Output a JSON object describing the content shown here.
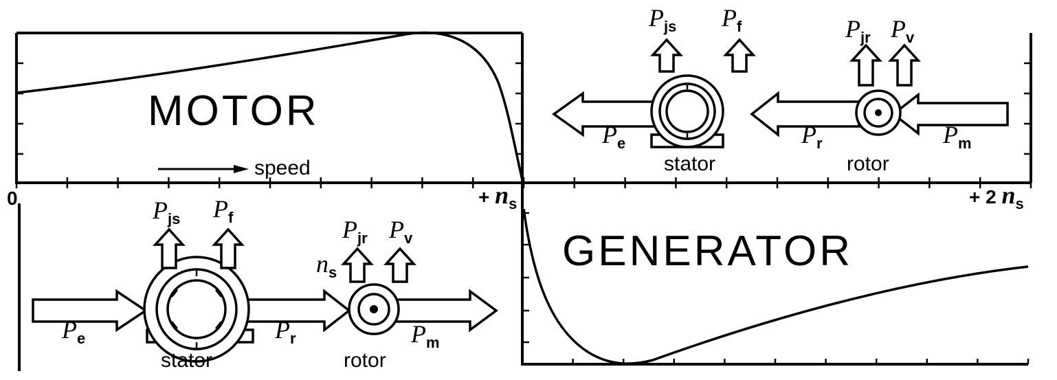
{
  "labels": {
    "motor": "MOTOR",
    "generator": "GENERATOR",
    "speed": "speed",
    "zero": "0",
    "ns_prefix": "+ ",
    "two_ns_prefix": "+ 2 ",
    "n": "n",
    "s": "s"
  },
  "machine_motor": {
    "stator": "stator",
    "rotor": "rotor",
    "P": "P",
    "js": "js",
    "f": "f",
    "jr": "jr",
    "v": "v",
    "e": "e",
    "r": "r",
    "m": "m"
  },
  "machine_generator": {
    "stator": "stator",
    "rotor": "rotor",
    "P": "P",
    "js": "js",
    "f": "f",
    "jr": "jr",
    "v": "v",
    "e": "e",
    "r": "r",
    "m": "m",
    "ns_n": "n",
    "ns_s": "s"
  },
  "colors": {
    "ink": "#000000",
    "paper": "#ffffff"
  }
}
